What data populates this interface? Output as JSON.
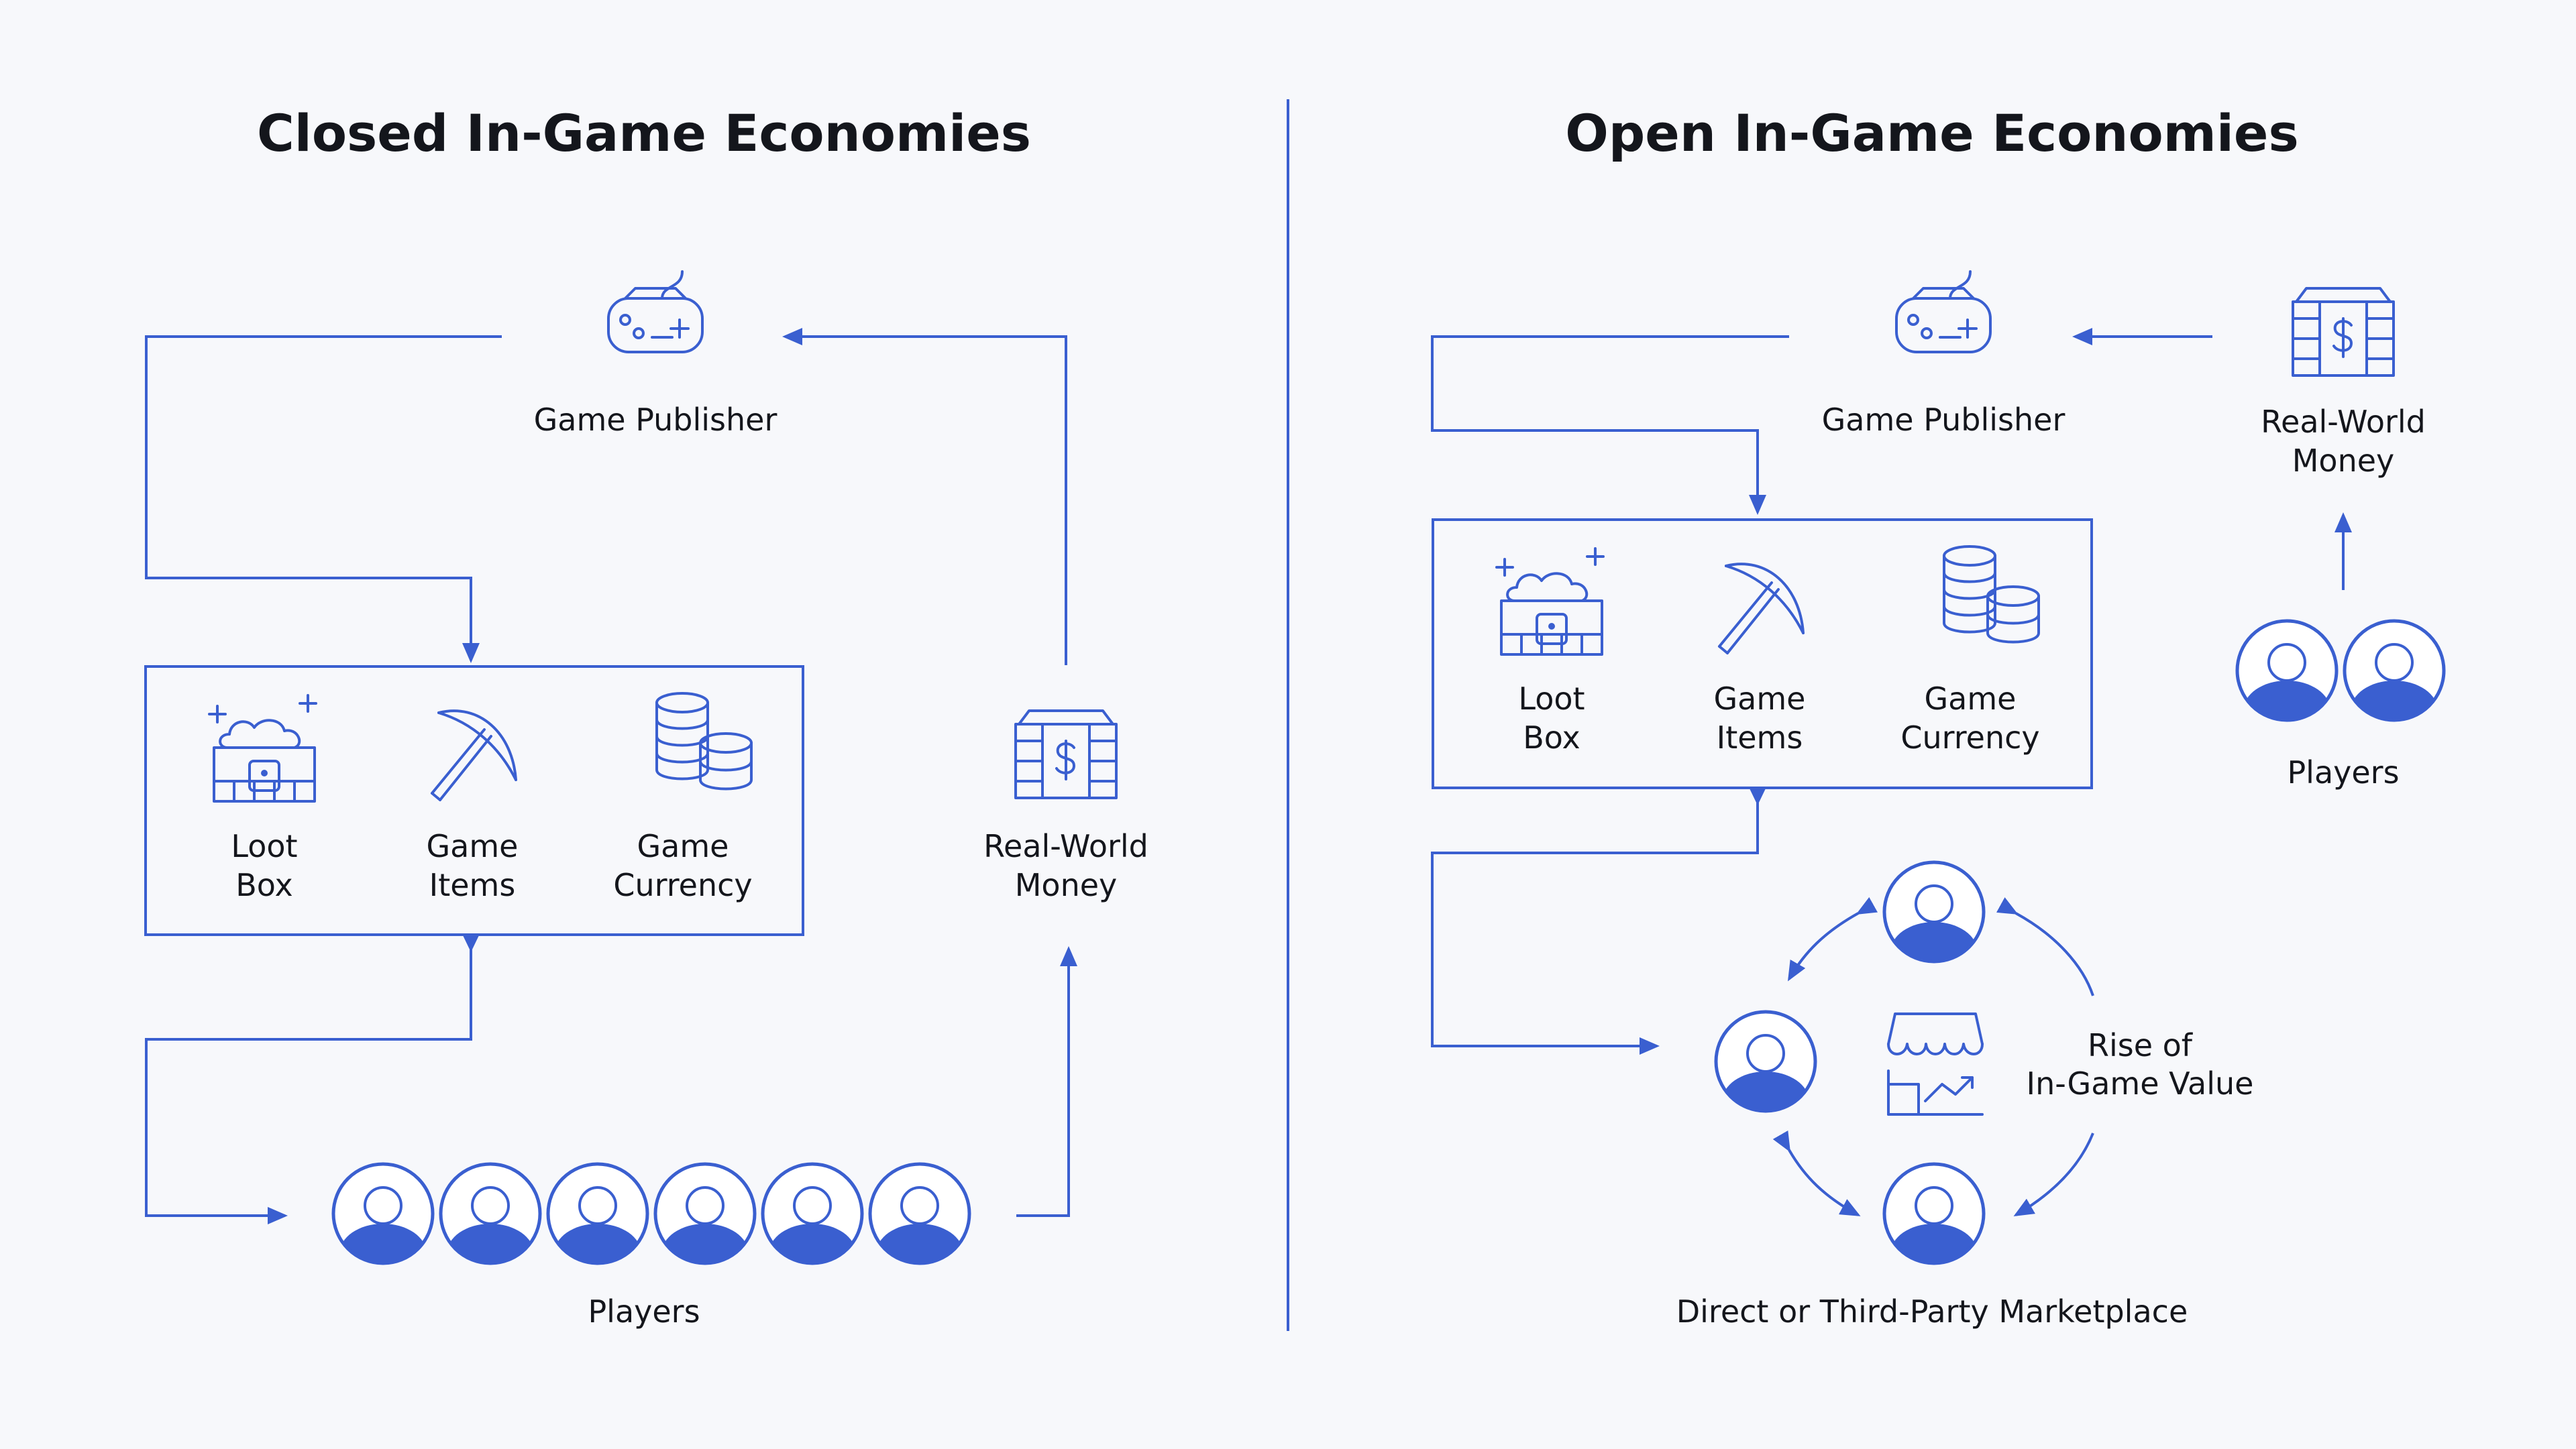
{
  "closed": {
    "title": "Closed In-Game Economies",
    "publisher_label": "Game Publisher",
    "items": [
      {
        "icon": "loot-box-icon",
        "line1": "Loot",
        "line2": "Box"
      },
      {
        "icon": "pickaxe-icon",
        "line1": "Game",
        "line2": "Items"
      },
      {
        "icon": "coin-stack-icon",
        "line1": "Game",
        "line2": "Currency"
      }
    ],
    "money_label_1": "Real-World",
    "money_label_2": "Money",
    "players_label": "Players"
  },
  "open": {
    "title": "Open In-Game Economies",
    "publisher_label": "Game Publisher",
    "items": [
      {
        "icon": "loot-box-icon",
        "line1": "Loot",
        "line2": "Box"
      },
      {
        "icon": "pickaxe-icon",
        "line1": "Game",
        "line2": "Items"
      },
      {
        "icon": "coin-stack-icon",
        "line1": "Game",
        "line2": "Currency"
      }
    ],
    "money_label_1": "Real-World",
    "money_label_2": "Money",
    "players_label": "Players",
    "rise_line1": "Rise of",
    "rise_line2": "In-Game Value",
    "marketplace_label": "Direct or Third-Party Marketplace"
  },
  "colors": {
    "accent": "#3a5fd0",
    "background": "#f7f8fb",
    "text": "#14161c"
  }
}
